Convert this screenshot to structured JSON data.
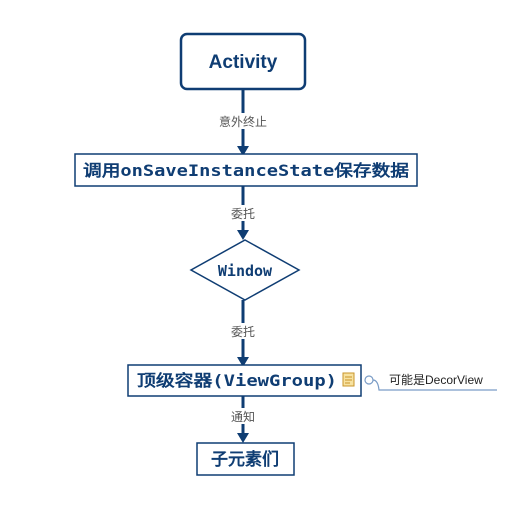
{
  "nodes": {
    "activity": "Activity",
    "save_state": "调用onSaveInstanceState保存数据",
    "window": "Window",
    "view_group": "顶级容器(ViewGroup)",
    "children": "子元素们"
  },
  "edges": {
    "e1": "意外终止",
    "e2": "委托",
    "e3": "委托",
    "e4": "通知"
  },
  "note": {
    "text": "可能是DecorView",
    "icon": "note-icon"
  },
  "colors": {
    "node_border": "#0f3d73",
    "node_text": "#0f3d73",
    "arrow": "#0f3d73",
    "edge_label": "#555555",
    "note_line": "#7a9cc6",
    "note_icon": "#e8b64a"
  }
}
